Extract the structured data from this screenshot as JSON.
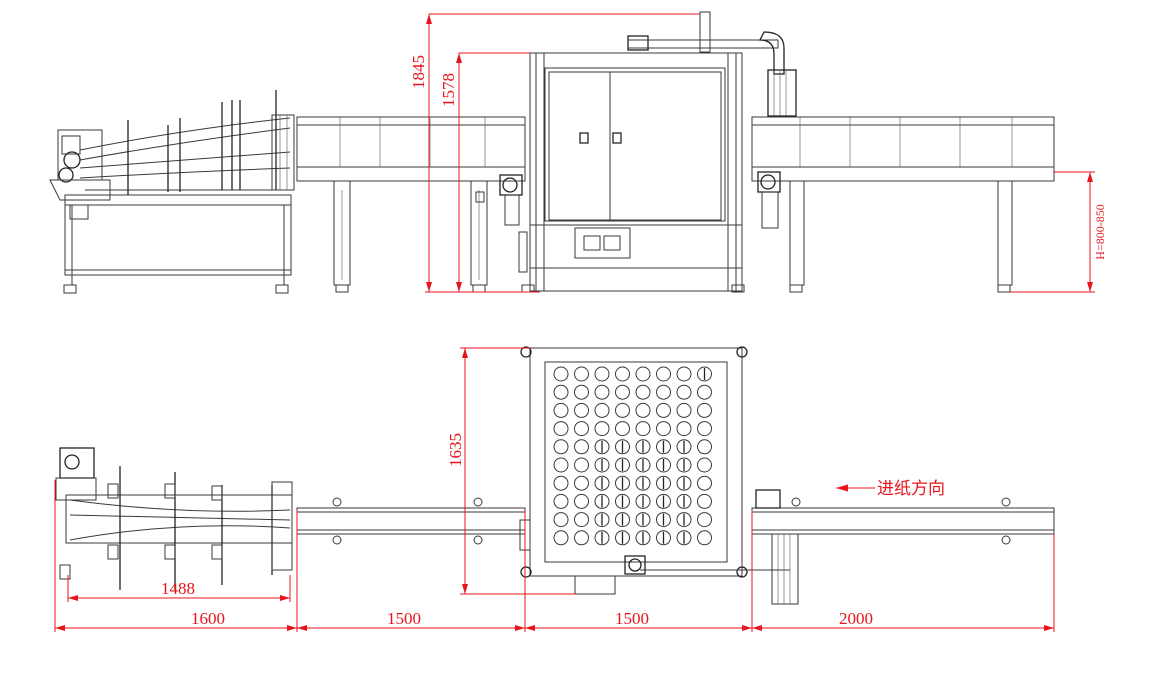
{
  "dimensions": {
    "height_overall": "1845",
    "height_frame": "1578",
    "height_range": "H=800-850",
    "width_top": "1635",
    "length_feeder_inner": "1488",
    "length_feeder": "1600",
    "length_conveyor_left": "1500",
    "length_machine": "1500",
    "length_conveyor_right": "2000"
  },
  "feed_direction_label": "进纸方向",
  "colors": {
    "dimension": "#e8141c",
    "machine": "#3a3a3a",
    "background": "#ffffff"
  }
}
